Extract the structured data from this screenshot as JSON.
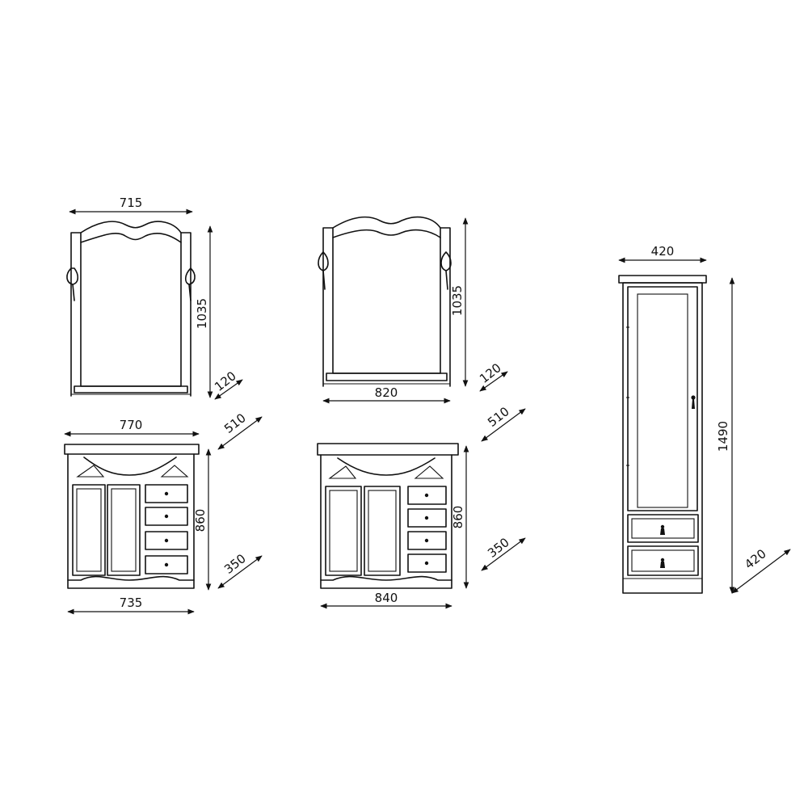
{
  "dimensions": {
    "mirror_small_width": "715",
    "mirror_small_height": "1035",
    "mirror_small_depth": "120",
    "mirror_large_width": "820",
    "mirror_large_height": "1035",
    "mirror_large_depth": "120",
    "vanity_small_top_width": "770",
    "vanity_small_depth_top": "510",
    "vanity_small_height": "860",
    "vanity_small_depth_base": "350",
    "vanity_small_base_width": "735",
    "vanity_large_depth_top": "510",
    "vanity_large_height": "860",
    "vanity_large_depth_base": "350",
    "vanity_large_base_width": "840",
    "tall_cabinet_width": "420",
    "tall_cabinet_height": "1490",
    "tall_cabinet_depth": "420"
  },
  "colors": {
    "line": "#111111",
    "background": "#ffffff"
  }
}
